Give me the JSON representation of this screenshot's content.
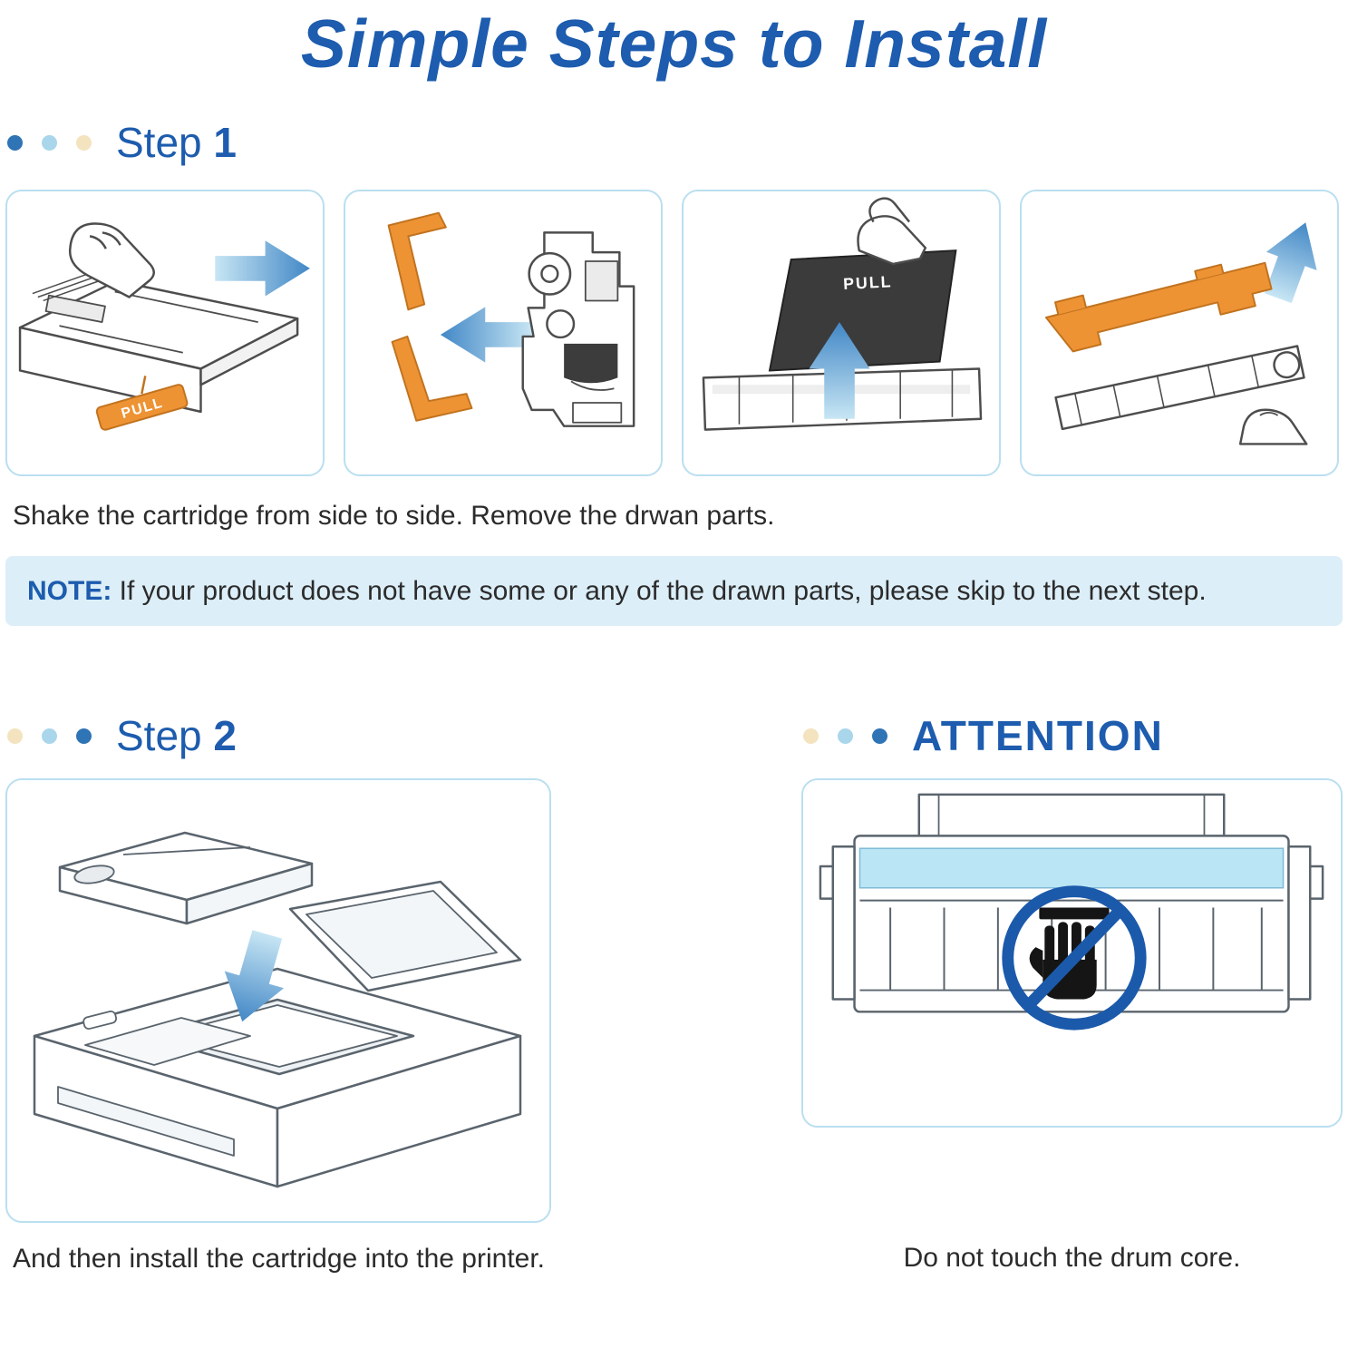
{
  "page": {
    "title": "Simple Steps to Install"
  },
  "step1": {
    "label": "Step",
    "number": "1",
    "pull_tab_label": "PULL",
    "pull_sheet_label": "PULL",
    "caption": "Shake the cartridge from side to side. Remove the drwan parts.",
    "note_label": "NOTE:",
    "note_text": "If your product does not have some or any of the drawn parts, please skip to the next step."
  },
  "step2": {
    "label": "Step",
    "number": "2",
    "caption": "And then install the cartridge into the printer."
  },
  "attention": {
    "label": "ATTENTION",
    "caption": "Do not touch the drum core."
  },
  "colors": {
    "accent_blue": "#1d5cae",
    "dot_blue": "#2f74b5",
    "dot_light_blue": "#a9d6eb",
    "dot_cream": "#f3e3bf",
    "panel_border": "#badff0",
    "note_background": "#dceef8",
    "arrow_blue_dark": "#4287c6",
    "arrow_blue_light": "#c7e6f4",
    "part_orange": "#ee9334",
    "drum_strip_cyan": "#b9e5f4",
    "prohibition_blue": "#1b5aab"
  },
  "icons": {
    "bullets": "bullet-dot",
    "arrows": [
      "arrow-right-icon",
      "arrow-left-icon",
      "arrow-up-icon",
      "arrow-down-icon"
    ],
    "prohibition": "no-touch-icon",
    "hand": "hand-icon"
  }
}
